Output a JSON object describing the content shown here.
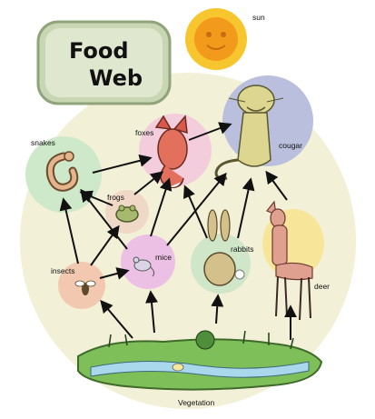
{
  "title": {
    "line1": "Food",
    "line2": "Web"
  },
  "labels": {
    "sun": "sun",
    "snakes": "snakes",
    "foxes": "foxes",
    "cougar": "cougar",
    "frogs": "frogs",
    "insects": "insects",
    "mice": "mice",
    "rabbits": "rabbits",
    "deer": "deer",
    "vegetation": "Vegetation"
  },
  "colors": {
    "background_circle": "#f3f0d8",
    "title_box": "#c9d6b4",
    "title_box_border": "#8fa47a",
    "sun": "#f7c62f",
    "sun_core": "#f29a1c",
    "snakes_blob": "#cde9c9",
    "foxes_blob": "#f4cddd",
    "cougar_blob": "#b9bfdc",
    "frogs_blob": "#f0d8c7",
    "insects_blob": "#f2c9b0",
    "mice_blob": "#ecc0e4",
    "rabbits_blob": "#cfe6c9",
    "deer_blob": "#f7e59a",
    "vegetation_ground": "#7fbf5a",
    "stream": "#a9d7ec"
  }
}
